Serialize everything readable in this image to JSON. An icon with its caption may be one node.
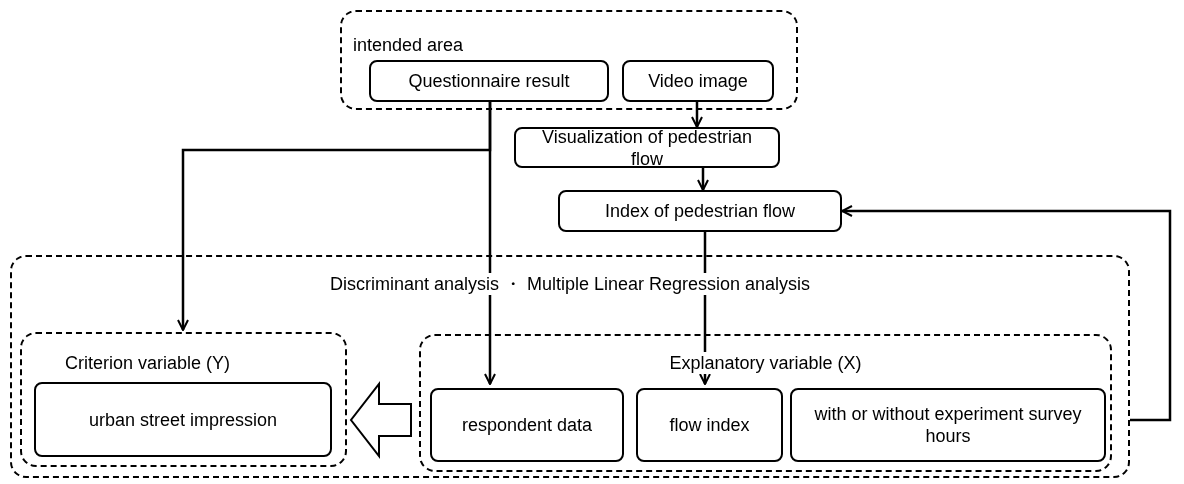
{
  "diagram": {
    "nodes": [
      {
        "text": [
          "intended area"
        ]
      },
      {
        "text": [
          "Questionnaire result"
        ],
        "in": 0
      },
      {
        "text": [
          "Video image"
        ],
        "in": 0
      },
      {
        "text": [
          "Visualization of pedestrian flow"
        ]
      },
      {
        "text": [
          "Index of pedestrian flow"
        ]
      },
      {
        "text": [
          "Discriminant analysis ・ Multiple Linear Regression analysis"
        ]
      },
      {
        "text": [
          "Criterion variable (Y)"
        ],
        "in": 5
      },
      {
        "text": [
          "urban street impression"
        ],
        "in": 6
      },
      {
        "text": [
          "Explanatory variable (X)"
        ],
        "in": 5
      },
      {
        "text": [
          "respondent data"
        ],
        "in": 8
      },
      {
        "text": [
          "flow index"
        ],
        "in": 8
      },
      {
        "text": [
          "with or without experiment survey hours"
        ],
        "in": 8
      }
    ],
    "edges": [
      {
        "from": 1,
        "to": 6,
        "arrow": "to"
      },
      {
        "from": 1,
        "to": 9,
        "arrow": "to"
      },
      {
        "from": 2,
        "to": 3,
        "arrow": "to"
      },
      {
        "from": 3,
        "to": 4,
        "arrow": "to"
      },
      {
        "from": 4,
        "to": 10,
        "arrow": "to"
      },
      {
        "from": 5,
        "to": 4,
        "arrow": "to"
      },
      {
        "from": 8,
        "to": 6,
        "arrow": "to",
        "style": "thick"
      }
    ]
  }
}
